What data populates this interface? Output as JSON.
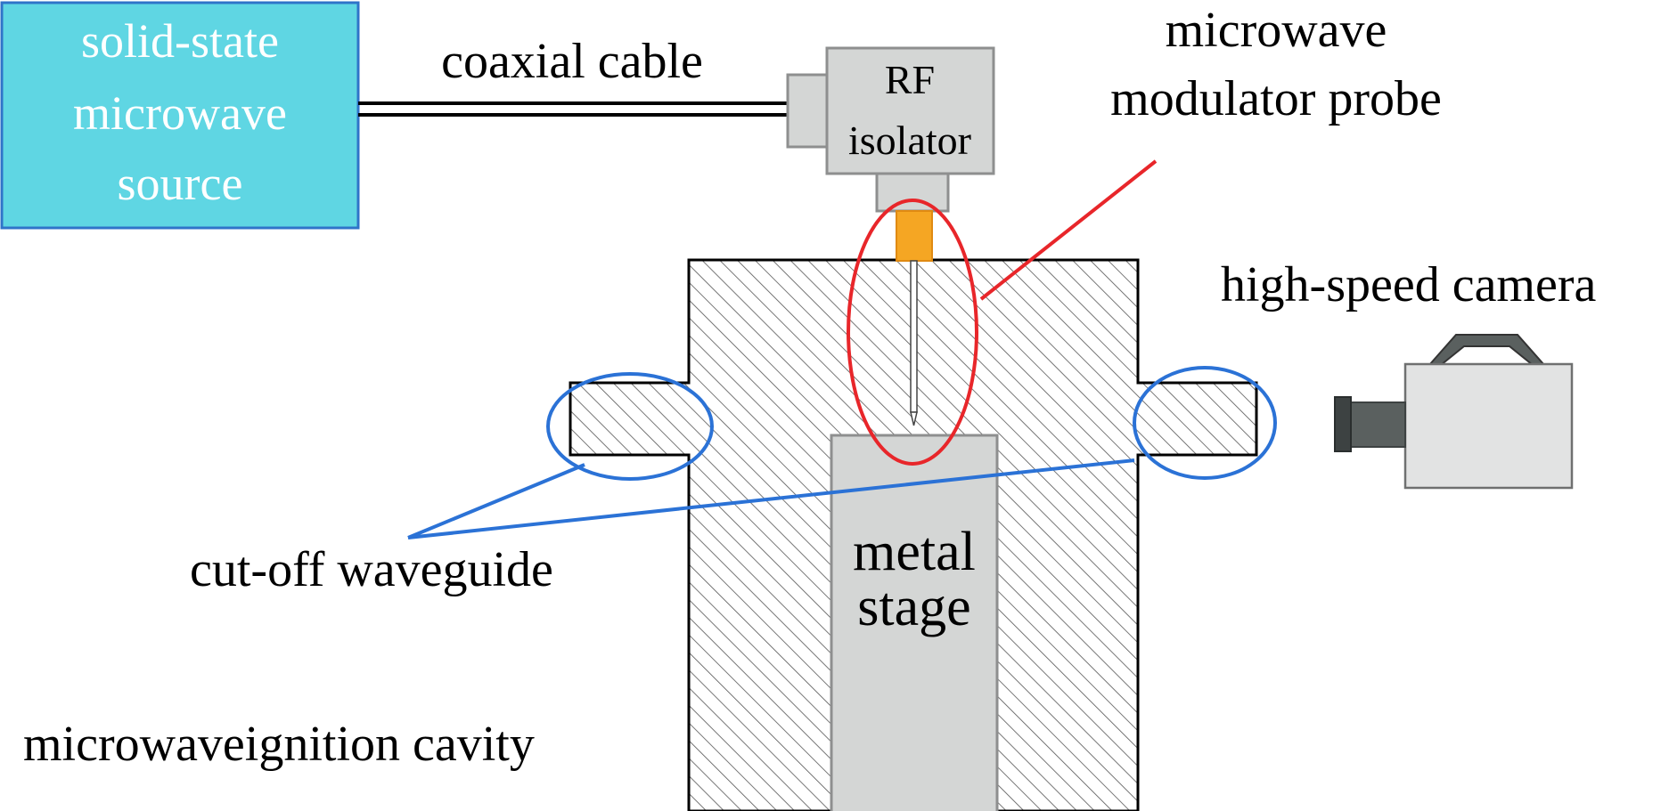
{
  "labels": {
    "source_line1": "solid-state",
    "source_line2": "microwave",
    "source_line3": "source",
    "coaxial_cable": "coaxial cable",
    "isolator_line1": "RF",
    "isolator_line2": "isolator",
    "probe_line1": "microwave",
    "probe_line2": "modulator probe",
    "camera": "high-speed camera",
    "waveguide": "cut-off waveguide",
    "stage_line1": "metal",
    "stage_line2": "stage",
    "cavity": "microwaveignition cavity"
  },
  "colors": {
    "source_fill": "#5fd6e3",
    "source_border": "#2f74c9",
    "gray_fill": "#d4d6d5",
    "gray_border": "#8e8f8f",
    "probe_tip": "#f5a623",
    "red_callout": "#e8262a",
    "blue_callout": "#2b72d6",
    "camera_lens": "#5a605f"
  },
  "icons": {
    "camera": "video-camera-icon"
  }
}
